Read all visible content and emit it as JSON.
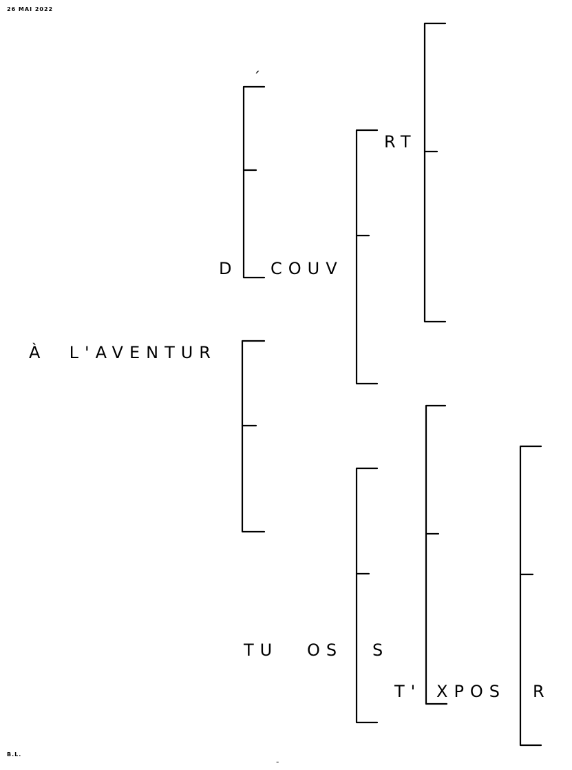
{
  "date": "26 MAI 2022",
  "signature": "B.L.",
  "words": {
    "a_laventur": "À  L'AVENTUR",
    "d": "D",
    "couv": "COUV",
    "rt": "RT",
    "tu": "TU",
    "os": "OS",
    "s": "S",
    "t_apos": "T'",
    "xpos": "XPOS",
    "r": "R",
    "accent": "´",
    "bottom_mark": "-"
  }
}
